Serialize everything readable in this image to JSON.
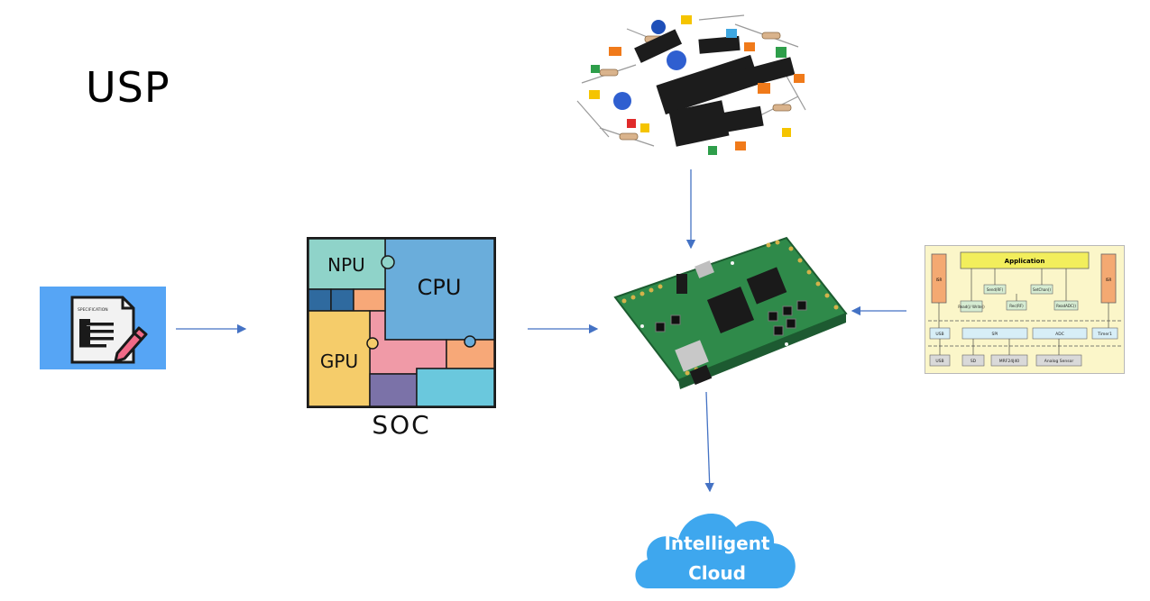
{
  "title": "USP",
  "spec_doc": {
    "label": "SPECIFICATION"
  },
  "soc": {
    "caption": "SOC",
    "blocks": {
      "npu": "NPU",
      "cpu": "CPU",
      "gpu": "GPU"
    }
  },
  "sw_diagram": {
    "application": "Application",
    "isr_left": "ISR",
    "isr_right": "ISR",
    "funcs": [
      "Read()/ Write()",
      "Send(RF)",
      "Rec(RF)",
      "SetChan()",
      "ReadADC()"
    ],
    "drivers": [
      "USB",
      "SPI",
      "ADC",
      "Timer1"
    ],
    "hardware": [
      "USB",
      "SD",
      "MRF24J40",
      "Analog Sensor"
    ]
  },
  "cloud": {
    "line1": "Intelligent",
    "line2": "Cloud"
  },
  "colors": {
    "arrow": "#4472c4",
    "spec_tile": "#56a5f5",
    "cloud": "#3ea7ee",
    "npu": "#8fd3c9",
    "cpu": "#6aaddb",
    "gpu": "#f5cc6a",
    "pink": "#f09aa7",
    "orange": "#f7a878",
    "purple": "#7b72a8",
    "cyan": "#6ac8dd",
    "navy": "#2f6a9f"
  }
}
